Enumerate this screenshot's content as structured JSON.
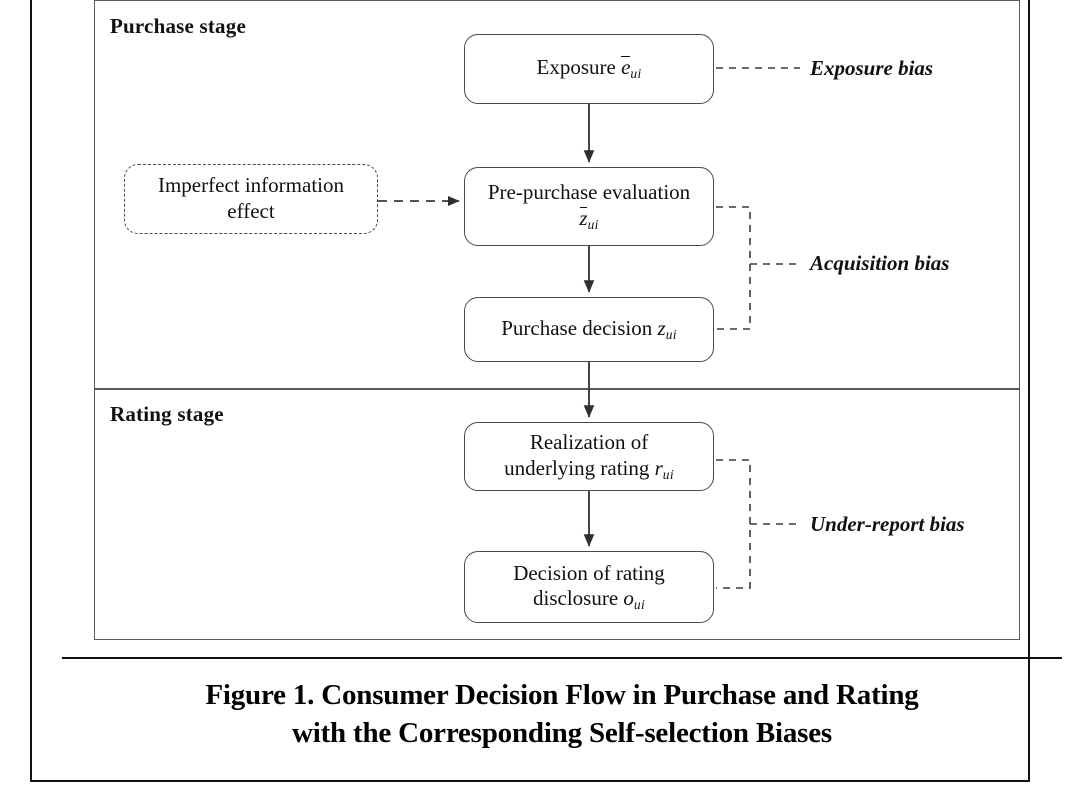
{
  "figure": {
    "caption_line1": "Figure 1. Consumer Decision Flow in Purchase and Rating",
    "caption_line2": "with the Corresponding Self-selection Biases"
  },
  "stages": [
    {
      "id": "purchase",
      "label": "Purchase stage"
    },
    {
      "id": "rating",
      "label": "Rating stage"
    }
  ],
  "nodes": [
    {
      "id": "exposure",
      "line1_text": "Exposure ",
      "symbol_base": "e",
      "symbol_bar": true,
      "symbol_sub": "ui",
      "line2_text": ""
    },
    {
      "id": "pre-purchase-evaluation",
      "line1_text": "Pre-purchase evaluation",
      "symbol_base": "z",
      "symbol_bar": true,
      "symbol_sub": "ui",
      "line2_text": ""
    },
    {
      "id": "purchase-decision",
      "line1_text": "Purchase decision ",
      "symbol_base": "z",
      "symbol_bar": false,
      "symbol_sub": "ui",
      "line2_text": ""
    },
    {
      "id": "realization-underlying-rating",
      "line1_text": "Realization of",
      "line2_text": "underlying rating ",
      "symbol_base": "r",
      "symbol_bar": false,
      "symbol_sub": "ui"
    },
    {
      "id": "decision-rating-disclosure",
      "line1_text": "Decision of rating",
      "line2_text": "disclosure ",
      "symbol_base": "o",
      "symbol_bar": false,
      "symbol_sub": "ui"
    },
    {
      "id": "imperfect-information-effect",
      "line1_text": "Imperfect information",
      "line2_text": "effect",
      "symbol_base": "",
      "symbol_bar": false,
      "symbol_sub": ""
    }
  ],
  "biases": [
    {
      "id": "exposure-bias",
      "label": "Exposure bias"
    },
    {
      "id": "acquisition-bias",
      "label": "Acquisition bias"
    },
    {
      "id": "under-report-bias",
      "label": "Under-report bias"
    }
  ],
  "colors": {
    "line": "#4a4a4a",
    "frame": "#5a5a5a",
    "outer_frame": "#111111",
    "text": "#111111",
    "background": "#ffffff"
  }
}
